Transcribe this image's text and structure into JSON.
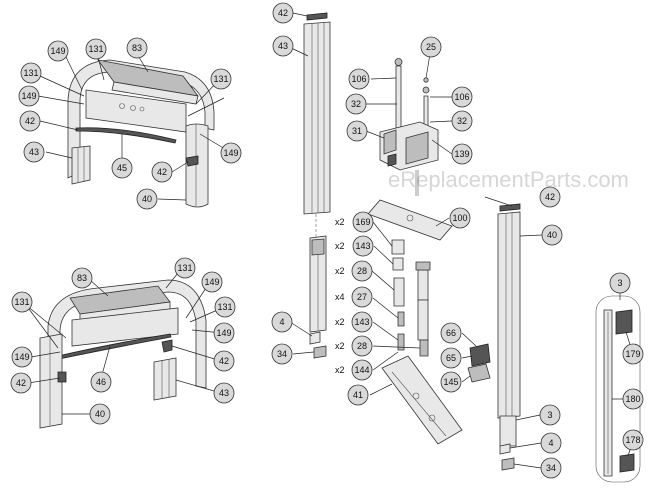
{
  "watermark": "eReplacementParts.com",
  "callouts": {
    "c42a": "42",
    "c43a": "43",
    "c25": "25",
    "c106a": "106",
    "c106b": "106",
    "c32a": "32",
    "c32b": "32",
    "c31": "31",
    "c139": "139",
    "c42b": "42",
    "c100": "100",
    "c40r": "40",
    "c169": "169",
    "c143a": "143",
    "c28a": "28",
    "c27": "27",
    "c143b": "143",
    "c28b": "28",
    "c144": "144",
    "c41": "41",
    "c4a": "4",
    "c34a": "34",
    "c66": "66",
    "c65": "65",
    "c145": "145",
    "c3a": "3",
    "c4b": "4",
    "c34b": "34",
    "c3b": "3",
    "c179": "179",
    "c180": "180",
    "c178": "178",
    "tl149a": "149",
    "tl131a": "131",
    "tl83": "83",
    "tl131b": "131",
    "tl149b": "149",
    "tl131c": "131",
    "tl42": "42",
    "tl149c": "149",
    "tl43": "43",
    "tl45": "45",
    "tl42b": "42",
    "tl40": "40",
    "bl83": "83",
    "bl131a": "131",
    "bl149a": "149",
    "bl131b": "131",
    "bl131c": "131",
    "bl149b": "149",
    "bl149c": "149",
    "bl42a": "42",
    "bl46": "46",
    "bl42b": "42",
    "bl43": "43",
    "bl40": "40"
  },
  "quantities": {
    "q169": "x2",
    "q143a": "x2",
    "q28a": "x2",
    "q27": "x4",
    "q143b": "x2",
    "q28b": "x2",
    "q144": "x2"
  }
}
